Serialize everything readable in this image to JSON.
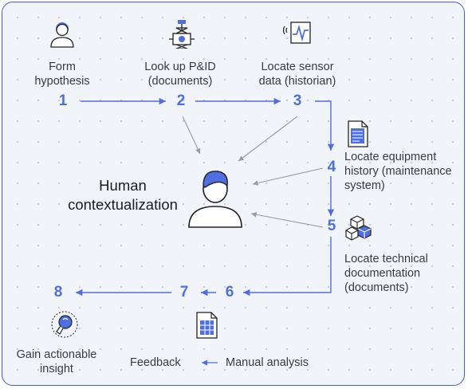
{
  "steps": [
    {
      "num": "1",
      "label": "Form\nhypothesis",
      "line1": "Form",
      "line2": "hypothesis",
      "icon": "person-icon"
    },
    {
      "num": "2",
      "label": "Look up P&ID (documents)",
      "line1": "Look up P&ID",
      "line2": "(documents)",
      "icon": "valve-diagram-icon"
    },
    {
      "num": "3",
      "label": "Locate sensor data (historian)",
      "line1": "Locate sensor",
      "line2": "data (historian)",
      "icon": "sensor-signal-icon"
    },
    {
      "num": "4",
      "line1": "Locate equipment",
      "line2": "history (maintenance",
      "line3": "system)",
      "icon": "document-icon"
    },
    {
      "num": "5",
      "line1": "Locate technical",
      "line2": "documentation",
      "line3": "(documents)",
      "icon": "cubes-icon"
    },
    {
      "num": "6"
    },
    {
      "num": "7",
      "line1": "Manual analysis",
      "icon": "spreadsheet-icon"
    },
    {
      "num": "8",
      "line1": "Gain actionable",
      "line2": "insight",
      "icon": "lightbulb-icon"
    }
  ],
  "center": {
    "line1": "Human",
    "line2": "contextualization",
    "icon": "person-large-icon"
  },
  "feedback": "Feedback",
  "colors": {
    "accent": "#4f6fe0",
    "arrow": "#4f6fe0",
    "gray_arrow": "#9a9aa4",
    "border": "#3b5fd8"
  }
}
